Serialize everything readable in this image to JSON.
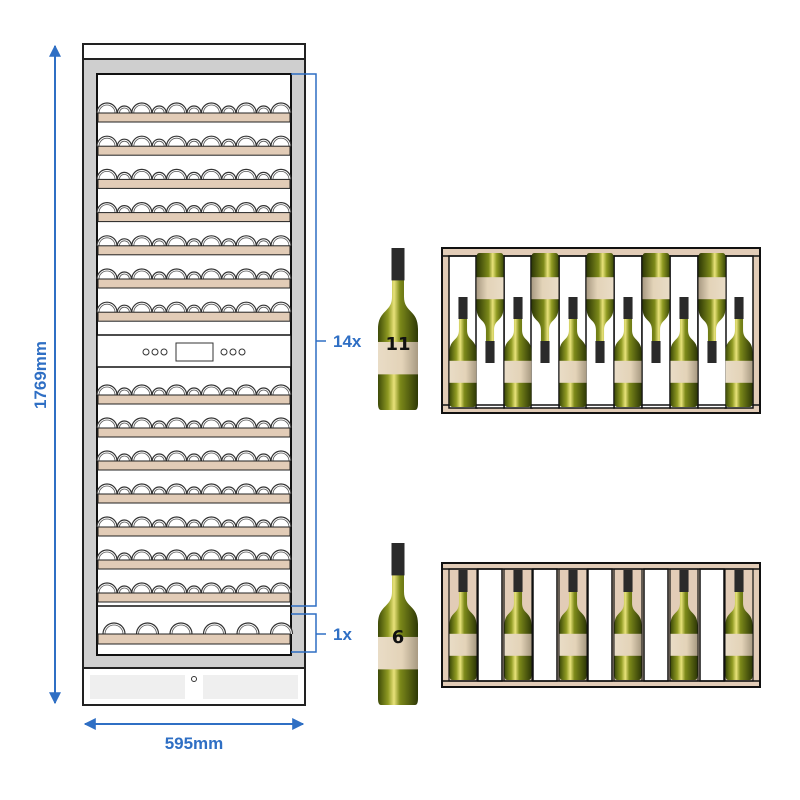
{
  "dimensions": {
    "height_label": "1769mm",
    "width_label": "595mm"
  },
  "zones": [
    {
      "count_label": "14x",
      "shelves": 14,
      "bottles_per_shelf_label": "11"
    },
    {
      "count_label": "1x",
      "shelves": 1,
      "bottles_per_shelf_label": "6"
    }
  ],
  "colors": {
    "accent": "#2f6fc4",
    "shelf": "#e2ccb7",
    "frame": "#cfcfcf",
    "glass": "#6b7a14"
  }
}
